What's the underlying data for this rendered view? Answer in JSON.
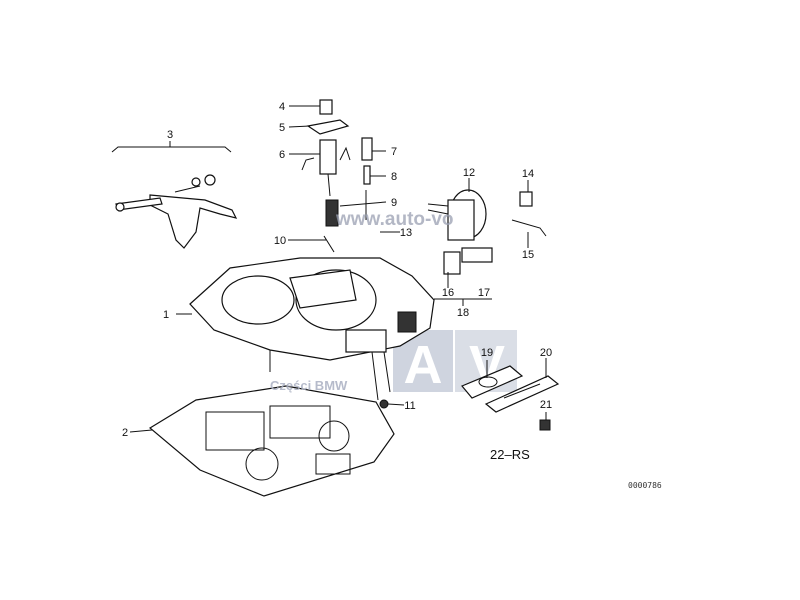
{
  "diagram": {
    "callouts": [
      "1",
      "2",
      "3",
      "4",
      "5",
      "6",
      "7",
      "8",
      "9",
      "10",
      "11",
      "12",
      "13",
      "14",
      "15",
      "16",
      "17",
      "18",
      "19",
      "20",
      "21"
    ],
    "group_code": "22–RS",
    "catalog_number": "0000786"
  },
  "watermarks": {
    "site": "www.auto-vo",
    "brand": "Części BMW",
    "letter_a": "A",
    "letter_v": "V",
    "logo_colors": {
      "block": "#c7ccd9",
      "letters": "#ffffff",
      "text": "#aab0c2"
    }
  }
}
